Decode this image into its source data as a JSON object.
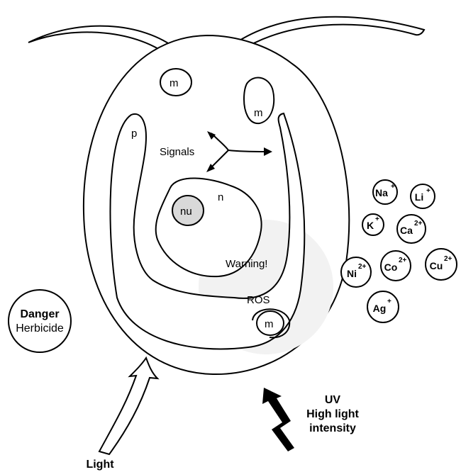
{
  "organelles": {
    "mitochondrion": "m",
    "pyrenoid": "p",
    "nucleus": "n",
    "nucleolus": "nu"
  },
  "labels": {
    "signals": "Signals",
    "warning": "Warning!",
    "ros": "ROS"
  },
  "danger": {
    "title": "Danger",
    "subtitle": "Herbicide"
  },
  "stressors": {
    "uv_line1": "UV",
    "uv_line2": "High light",
    "uv_line3": "intensity",
    "light": "Light"
  },
  "ions": [
    {
      "symbol": "Na",
      "charge": "+"
    },
    {
      "symbol": "Li",
      "charge": "+"
    },
    {
      "symbol": "K",
      "charge": "+"
    },
    {
      "symbol": "Ca",
      "charge": "2+"
    },
    {
      "symbol": "Ni",
      "charge": "2+"
    },
    {
      "symbol": "Co",
      "charge": "2+"
    },
    {
      "symbol": "Cu",
      "charge": "2+"
    },
    {
      "symbol": "Ag",
      "charge": "+"
    }
  ],
  "colors": {
    "nucleolus_fill": "#d9d9d9",
    "warning_glow": "#f0f0f0",
    "stroke": "#000000"
  }
}
